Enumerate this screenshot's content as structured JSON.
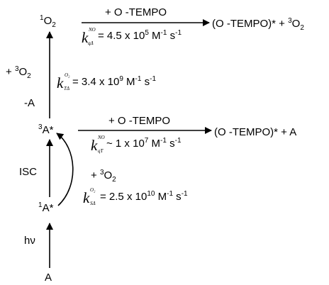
{
  "species": {
    "singlet_oxygen": "O",
    "singlet_oxygen_sup": "1",
    "singlet_oxygen_sub": "2",
    "triplet_A": "A*",
    "triplet_A_sup": "3",
    "singlet_A": "A*",
    "singlet_A_sup": "1",
    "ground_A": "A"
  },
  "reactions": {
    "top": {
      "reagent": "+ O -TEMPO",
      "product_excited": "(O -TEMPO)*",
      "product_plus": "+",
      "product_o2_sup": "3",
      "product_o2": "O",
      "product_o2_sub": "2",
      "k_sup": "NO",
      "k_sub": "qΔ",
      "k_value": "= 4.5 x 10",
      "k_exp": "5",
      "k_units_a": " M",
      "k_units_exp1": "-1",
      "k_units_b": " s",
      "k_units_exp2": "-1"
    },
    "middle": {
      "reagent": "+ O -TEMPO",
      "product": "(O -TEMPO)* + A",
      "k_sup": "NO",
      "k_sub": "qT",
      "k_value": "~ 1 x 10",
      "k_exp": "7",
      "k_units_a": " M",
      "k_units_exp1": "-1",
      "k_units_b": " s",
      "k_units_exp2": "-1"
    },
    "energy_transfer": {
      "plus": "+ ",
      "o2_sup": "3",
      "o2": "O",
      "o2_sub": "2",
      "minus_a": "-A",
      "k_sup": "O₂",
      "k_sub": "TΔ",
      "k_value": "= 3.4 x 10",
      "k_exp": "9",
      "k_units_a": " M",
      "k_units_exp1": "-1",
      "k_units_b": " s",
      "k_units_exp2": "-1"
    },
    "isc": {
      "label": "ISC",
      "plus": "+ ",
      "o2_sup": "3",
      "o2": "O",
      "o2_sub": "2",
      "k_sup": "O₂",
      "k_sub": "SΔ",
      "k_value": "= 2.5 x 10",
      "k_exp": "10",
      "k_units_a": " M",
      "k_units_exp1": "-1",
      "k_units_b": " s",
      "k_units_exp2": "-1"
    },
    "excitation": {
      "label": "hν"
    }
  }
}
